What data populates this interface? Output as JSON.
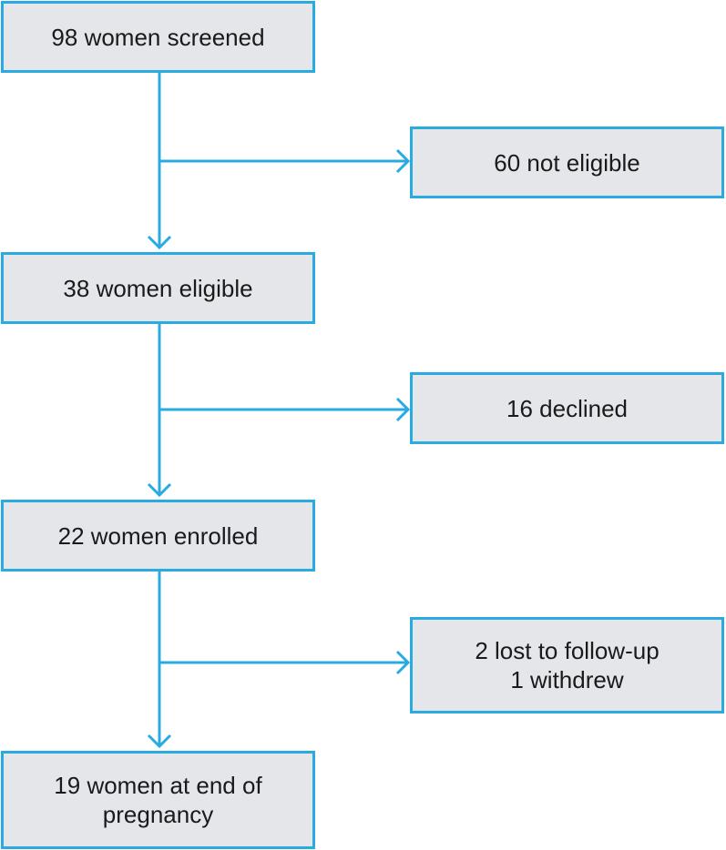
{
  "flow": {
    "screened": "98 women screened",
    "not_eligible": "60 not eligible",
    "eligible": "38 women eligible",
    "declined": "16 declined",
    "enrolled": "22 women enrolled",
    "lost_lines": [
      "2 lost to follow-up",
      "1 withdrew"
    ],
    "end_lines": [
      "19 women at end of",
      "pregnancy"
    ]
  },
  "colors": {
    "stroke": "#29abe2",
    "box_fill": "#e5e6ea",
    "text": "#1a1a1a"
  }
}
